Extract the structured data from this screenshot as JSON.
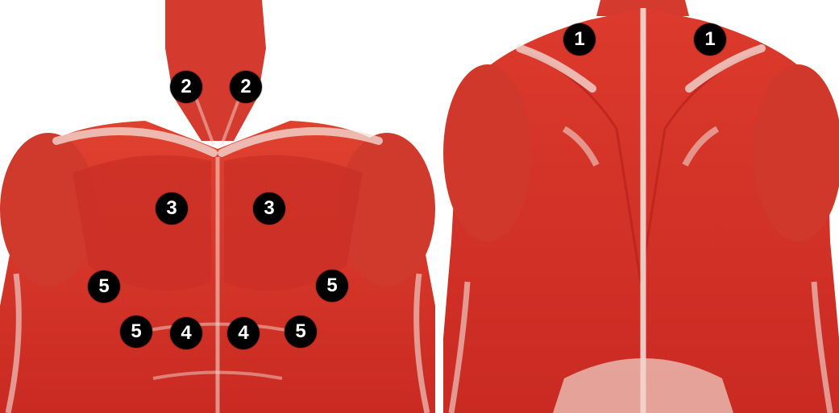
{
  "colors": {
    "muscle": "#d8322a",
    "muscle_dark": "#b81f1a",
    "tendon": "#f3e3dc",
    "background": "#ffffff",
    "marker_fill": "#000000",
    "marker_text": "#ffffff"
  },
  "front_view": {
    "markers": [
      {
        "label": "2"
      },
      {
        "label": "2"
      },
      {
        "label": "3"
      },
      {
        "label": "3"
      },
      {
        "label": "5"
      },
      {
        "label": "5"
      },
      {
        "label": "5"
      },
      {
        "label": "4"
      },
      {
        "label": "4"
      },
      {
        "label": "5"
      }
    ]
  },
  "back_view": {
    "markers": [
      {
        "label": "1"
      },
      {
        "label": "1"
      }
    ]
  }
}
